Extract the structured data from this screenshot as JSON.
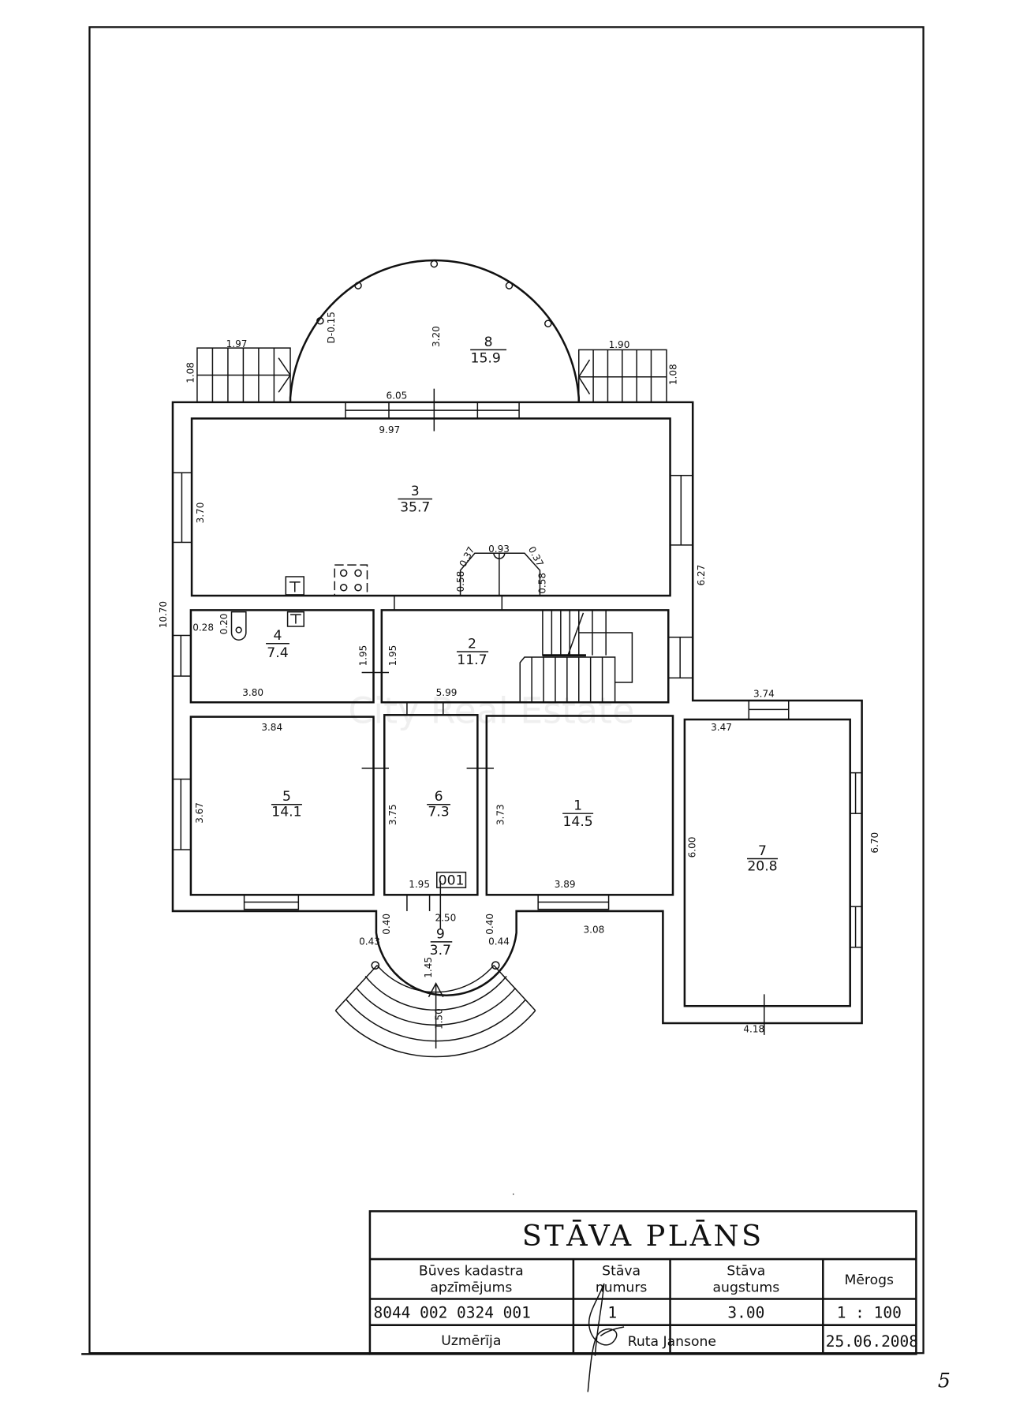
{
  "watermark": "City Real Estate",
  "rooms": [
    {
      "number": "8",
      "area": "15.9"
    },
    {
      "number": "3",
      "area": "35.7"
    },
    {
      "number": "4",
      "area": "7.4"
    },
    {
      "number": "2",
      "area": "11.7"
    },
    {
      "number": "5",
      "area": "14.1"
    },
    {
      "number": "6",
      "area": "7.3"
    },
    {
      "number": "1",
      "area": "14.5"
    },
    {
      "number": "7",
      "area": "20.8"
    },
    {
      "number": "9",
      "area": "3.7"
    }
  ],
  "dimensions": [
    "1.97",
    "1.08",
    "D-0.15",
    "3.20",
    "1.90",
    "1.08",
    "6.05",
    "9.97",
    "3.70",
    "0.58",
    "0.37",
    "0.93",
    "0.37",
    "0.58",
    "6.27",
    "10.70",
    "0.28",
    "0.20",
    "1.95",
    "1.95",
    "3.80",
    "5.99",
    "3.74",
    "3.47",
    "3.84",
    "3.67",
    "3.75",
    "3.73",
    "6.00",
    "6.70",
    "1.95",
    "3.89",
    "2.50",
    "0.40",
    "0.40",
    "3.08",
    "0.43",
    "0.44",
    "1.45",
    "1.50",
    "4.18"
  ],
  "entrance_tag": "001",
  "title_block": {
    "title": "STĀVA PLĀNS",
    "headers": {
      "cadastre_line1": "Būves kadastra",
      "cadastre_line2": "apzīmējums",
      "floor_no_line1": "Stāva",
      "floor_no_line2": "numurs",
      "height_line1": "Stāva",
      "height_line2": "augstums",
      "scale": "Mērogs"
    },
    "values": {
      "cadastre": "8044 002 0324 001",
      "floor_no": "1",
      "height": "3.00",
      "scale": "1 : 100"
    },
    "surveyed_by_label": "Uzmērīja",
    "surveyor": "Ruta Jansone",
    "date": "25.06.2008"
  },
  "page_number": "5"
}
